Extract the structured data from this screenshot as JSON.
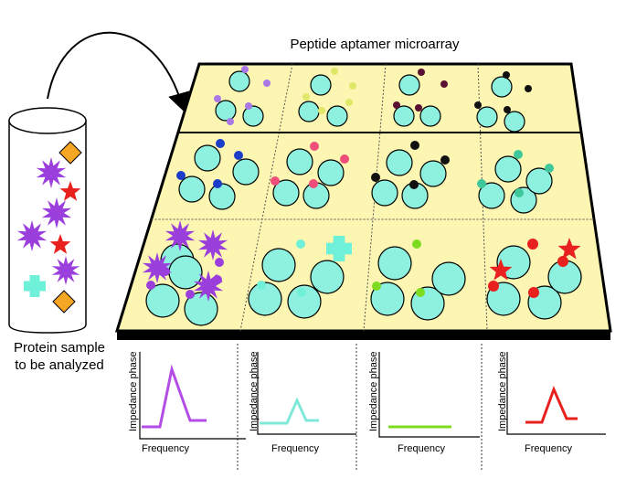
{
  "diagram": {
    "title": "Peptide aptamer microarray",
    "sample_label_line1": "Protein sample",
    "sample_label_line2": "to be analyzed",
    "plots": [
      {
        "ylabel": "Impedance phase",
        "xlabel": "Frequency",
        "color": "#b44de6"
      },
      {
        "ylabel": "Impedance phase",
        "xlabel": "Frequency",
        "color": "#7fe8d8"
      },
      {
        "ylabel": "Impedance phase",
        "xlabel": "Frequency",
        "color": "#7ddc1f"
      },
      {
        "ylabel": "Impedance phase",
        "xlabel": "Frequency",
        "color": "#e8201e"
      }
    ]
  },
  "colors": {
    "array_fill": "#fcf6b2",
    "cell_fill": "#8ef0de",
    "purple": "#9b3fdc",
    "red": "#e8201e",
    "teal": "#6ff0d8",
    "orange": "#f5a623",
    "lavender": "#a977e6",
    "yellow": "#e0e86a",
    "maroon": "#5a1030",
    "black": "#111111",
    "blue": "#1b3dc8",
    "pink": "#f04e7a",
    "green": "#7ddc1f"
  }
}
